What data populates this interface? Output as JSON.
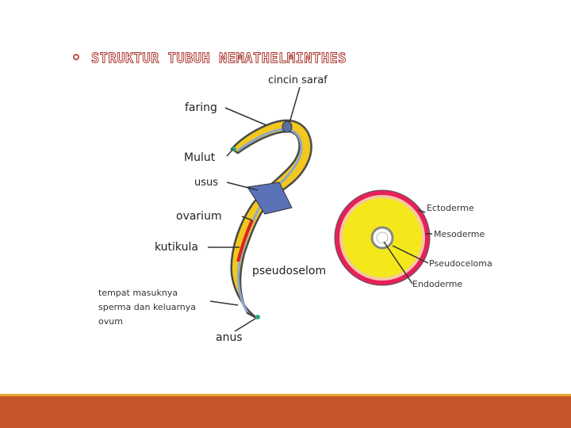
{
  "slide": {
    "title": "STRUKTUR TUBUH NEMATHELMINTHES"
  },
  "worm_labels": {
    "cincin_saraf": "cincin saraf",
    "faring": "faring",
    "mulut": "Mulut",
    "usus": "usus",
    "ovarium": "ovarium",
    "kutikula": "kutikula",
    "pseudoselom": "pseudoselom",
    "tempat_line1": "tempat masuknya",
    "tempat_line2": "sperma dan keluarnya",
    "tempat_line3": "ovum",
    "anus": "anus"
  },
  "cross_section_labels": {
    "ectoderme": "Ectoderme",
    "mesoderme": "Mesoderme",
    "pseudoceloma": "Pseudoceloma",
    "endoderme": "Endoderme"
  },
  "colors": {
    "worm_body": "#f2c81e",
    "worm_outline": "#4a4a4a",
    "gut": "#8fa8c8",
    "ovary": "#e02020",
    "outer_ring": "#e6215a",
    "inner_fill": "#f5e81a",
    "footer": "#c5562a",
    "footer_line": "#e8a432",
    "title_outline": "#a5281f"
  }
}
